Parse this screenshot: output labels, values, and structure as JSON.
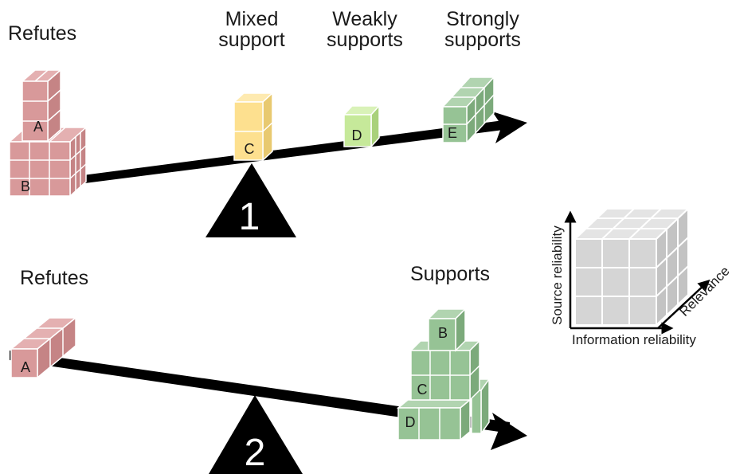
{
  "scale1": {
    "number": "1",
    "labels": {
      "refutes": "Refutes",
      "mixed": [
        "Mixed",
        "support"
      ],
      "weakly": [
        "Weakly",
        "supports"
      ],
      "strongly": [
        "Strongly",
        "supports"
      ]
    },
    "blocks": [
      {
        "letter": "A",
        "category": "refutes"
      },
      {
        "letter": "B",
        "category": "refutes"
      },
      {
        "letter": "C",
        "category": "mixed support"
      },
      {
        "letter": "D",
        "category": "weakly supports"
      },
      {
        "letter": "E",
        "category": "strongly supports"
      }
    ]
  },
  "scale2": {
    "number": "2",
    "labels": {
      "refutes": "Refutes",
      "supports": "Supports"
    },
    "blocks": [
      {
        "letter": "A",
        "category": "refutes"
      },
      {
        "letter": "B",
        "category": "supports"
      },
      {
        "letter": "C",
        "category": "supports"
      },
      {
        "letter": "D",
        "category": "supports"
      }
    ]
  },
  "legend": {
    "x_axis": "Information reliability",
    "y_axis": "Source reliability",
    "z_axis": "Relevance"
  },
  "colors": {
    "refutes": "#d8999a",
    "mixed": "#fde08f",
    "weakly": "#c6e99a",
    "strongly": "#96c395",
    "legend_cube": "#d5d5d5",
    "beam": "#000000"
  }
}
